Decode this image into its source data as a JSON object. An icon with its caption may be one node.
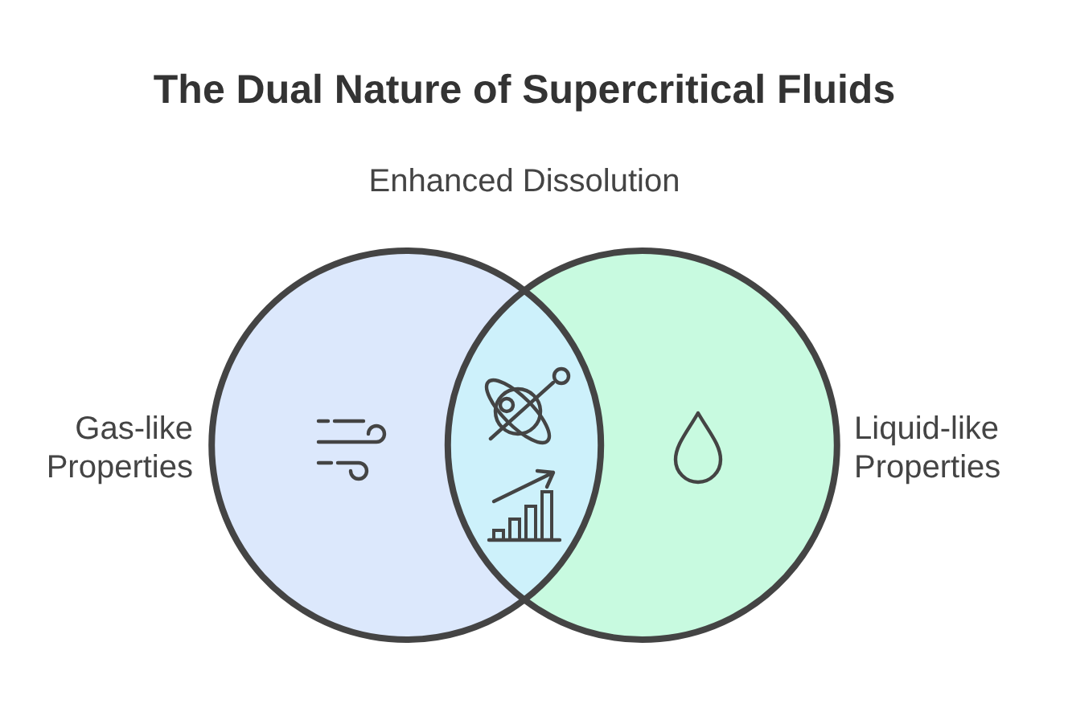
{
  "diagram": {
    "title": "The Dual Nature of Supercritical Fluids",
    "nodes": [
      {
        "text": [
          "Gas-like Properties"
        ]
      },
      {
        "text": [
          "Liquid-like Properties"
        ]
      }
    ],
    "labels": [
      "Enhanced Dissolution"
    ]
  }
}
